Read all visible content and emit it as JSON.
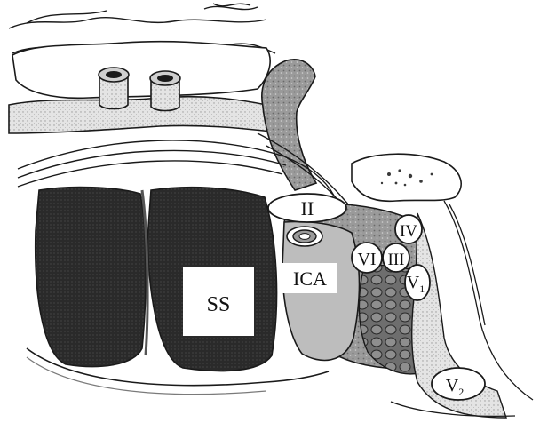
{
  "labels": {
    "ss": "SS",
    "optic_nerve": "II",
    "ica": "ICA",
    "abducens": "VI",
    "oculomotor": "III",
    "trochlear": "IV",
    "trigeminal_v1": "V",
    "trigeminal_v1_sub": "1",
    "trigeminal_v2": "V",
    "trigeminal_v2_sub": "2"
  },
  "colors": {
    "ink": "#1a1a1a",
    "dark_fill": "#262626",
    "mid_gray": "#8a8a8a",
    "light_gray": "#cfcfcf",
    "paper": "#ffffff"
  }
}
